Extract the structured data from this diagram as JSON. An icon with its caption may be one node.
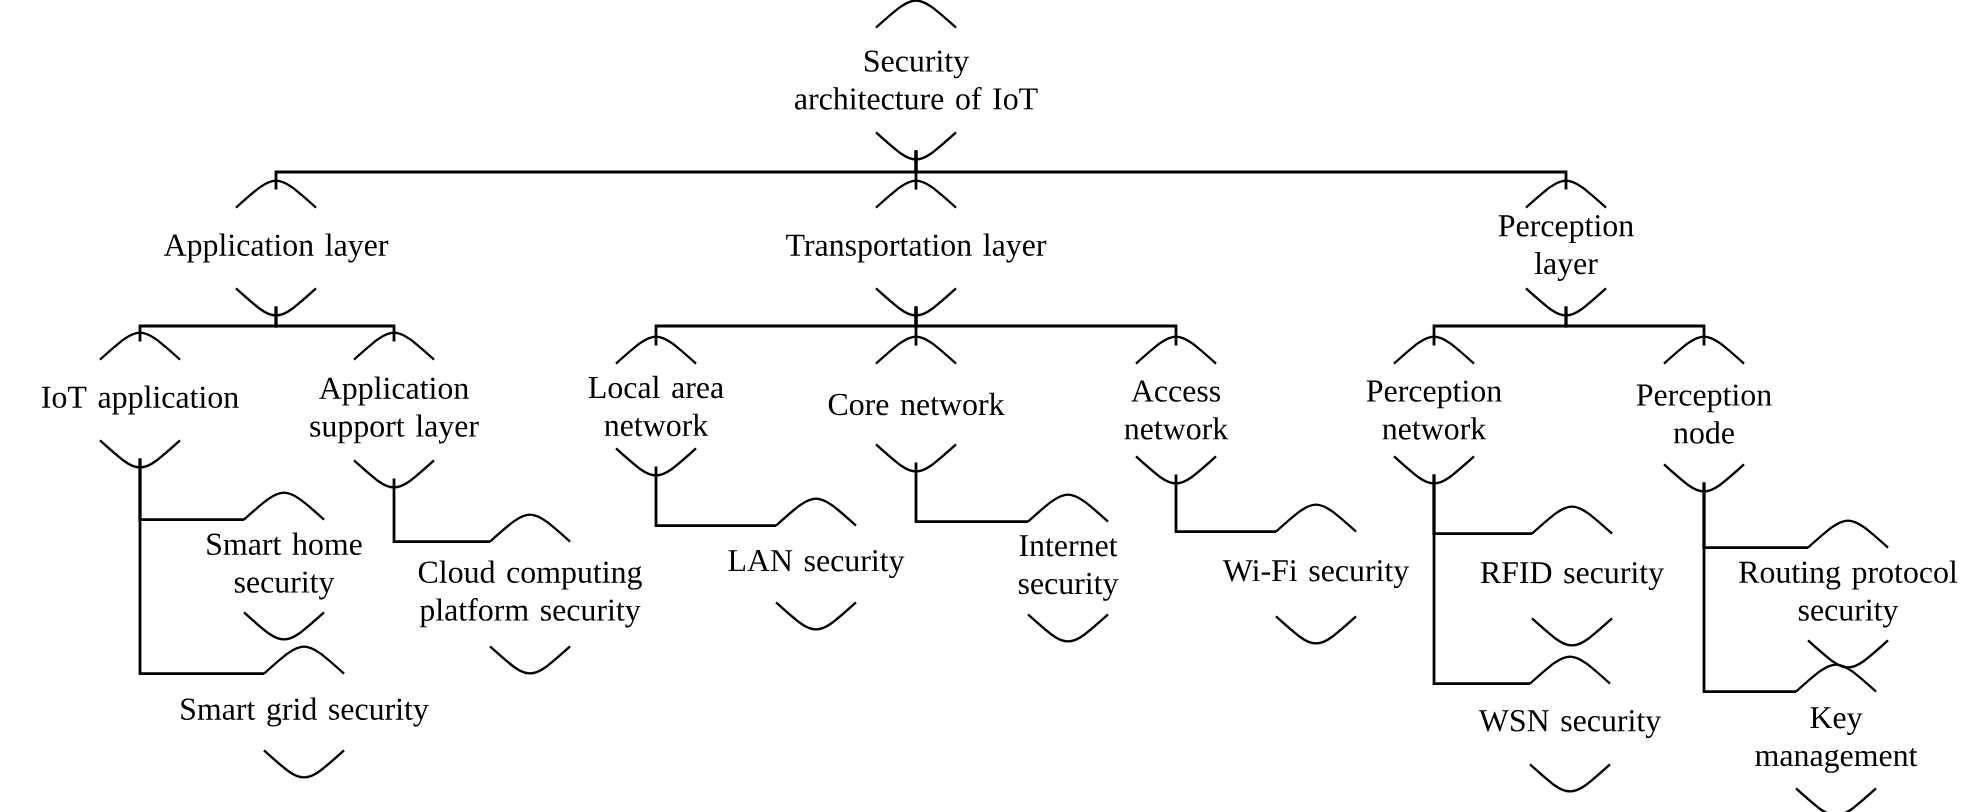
{
  "diagram": {
    "nodes": [
      {
        "text": [
          "Security architecture of IoT"
        ]
      },
      {
        "text": [
          "Application layer"
        ]
      },
      {
        "text": [
          "Transportation layer"
        ]
      },
      {
        "text": [
          "Perception layer"
        ]
      },
      {
        "text": [
          "IoT application"
        ]
      },
      {
        "text": [
          "Application support layer"
        ]
      },
      {
        "text": [
          "Local area network"
        ]
      },
      {
        "text": [
          "Core network"
        ]
      },
      {
        "text": [
          "Access network"
        ]
      },
      {
        "text": [
          "Perception network"
        ]
      },
      {
        "text": [
          "Perception node"
        ]
      },
      {
        "text": [
          "Smart home security"
        ]
      },
      {
        "text": [
          "Smart grid security"
        ]
      },
      {
        "text": [
          "Cloud computing platform security"
        ]
      },
      {
        "text": [
          "LAN security"
        ]
      },
      {
        "text": [
          "Internet security"
        ]
      },
      {
        "text": [
          "Wi-Fi security"
        ]
      },
      {
        "text": [
          "RFID security"
        ]
      },
      {
        "text": [
          "WSN security"
        ]
      },
      {
        "text": [
          "Routing protocol security"
        ]
      },
      {
        "text": [
          "Key management"
        ]
      }
    ],
    "edges": [
      {
        "from": 0,
        "to": 1,
        "arrow": "none"
      },
      {
        "from": 0,
        "to": 2,
        "arrow": "none"
      },
      {
        "from": 0,
        "to": 3,
        "arrow": "none"
      },
      {
        "from": 1,
        "to": 4,
        "arrow": "none"
      },
      {
        "from": 1,
        "to": 5,
        "arrow": "none"
      },
      {
        "from": 2,
        "to": 6,
        "arrow": "none"
      },
      {
        "from": 2,
        "to": 7,
        "arrow": "none"
      },
      {
        "from": 2,
        "to": 8,
        "arrow": "none"
      },
      {
        "from": 3,
        "to": 9,
        "arrow": "none"
      },
      {
        "from": 3,
        "to": 10,
        "arrow": "none"
      },
      {
        "from": 4,
        "to": 11,
        "arrow": "none"
      },
      {
        "from": 4,
        "to": 12,
        "arrow": "none"
      },
      {
        "from": 5,
        "to": 13,
        "arrow": "none"
      },
      {
        "from": 6,
        "to": 14,
        "arrow": "none"
      },
      {
        "from": 7,
        "to": 15,
        "arrow": "none"
      },
      {
        "from": 8,
        "to": 16,
        "arrow": "none"
      },
      {
        "from": 9,
        "to": 17,
        "arrow": "none"
      },
      {
        "from": 9,
        "to": 18,
        "arrow": "none"
      },
      {
        "from": 10,
        "to": 19,
        "arrow": "none"
      },
      {
        "from": 10,
        "to": 20,
        "arrow": "none"
      }
    ]
  }
}
